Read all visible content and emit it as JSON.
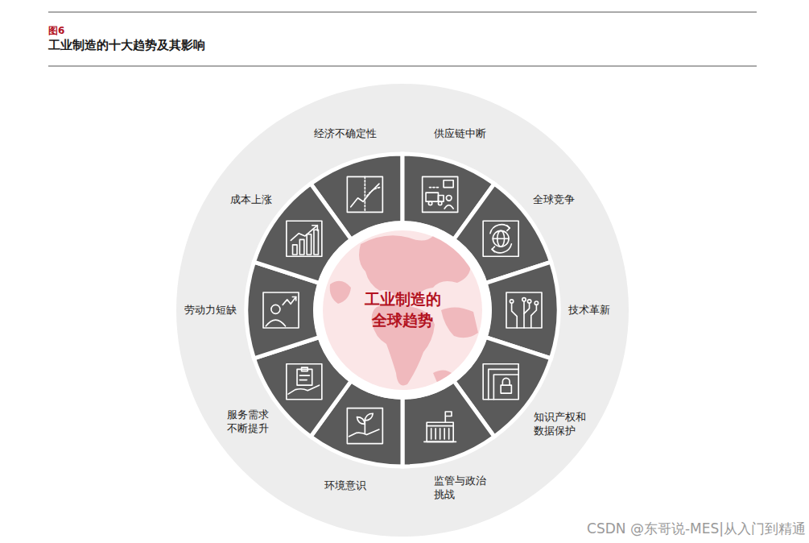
{
  "diagram": {
    "title": "工业制造的十大趋势及其影响",
    "nodes": [
      {
        "text": [
          "工业制造的 全球趋势"
        ]
      },
      {
        "text": [
          "经济不确定性"
        ]
      },
      {
        "text": [
          "供应链中断"
        ]
      },
      {
        "text": [
          "全球竞争"
        ]
      },
      {
        "text": [
          "技术革新"
        ]
      },
      {
        "text": [
          "知识产权和 数据保护"
        ]
      },
      {
        "text": [
          "监管与政治 挑战"
        ]
      },
      {
        "text": [
          "环境意识"
        ]
      },
      {
        "text": [
          "服务需求 不断提升"
        ]
      },
      {
        "text": [
          "劳动力短缺"
        ]
      },
      {
        "text": [
          "成本上涨"
        ]
      }
    ],
    "labels": [
      "图6",
      "CSDN @东哥说-MES|从入门到精通"
    ]
  }
}
